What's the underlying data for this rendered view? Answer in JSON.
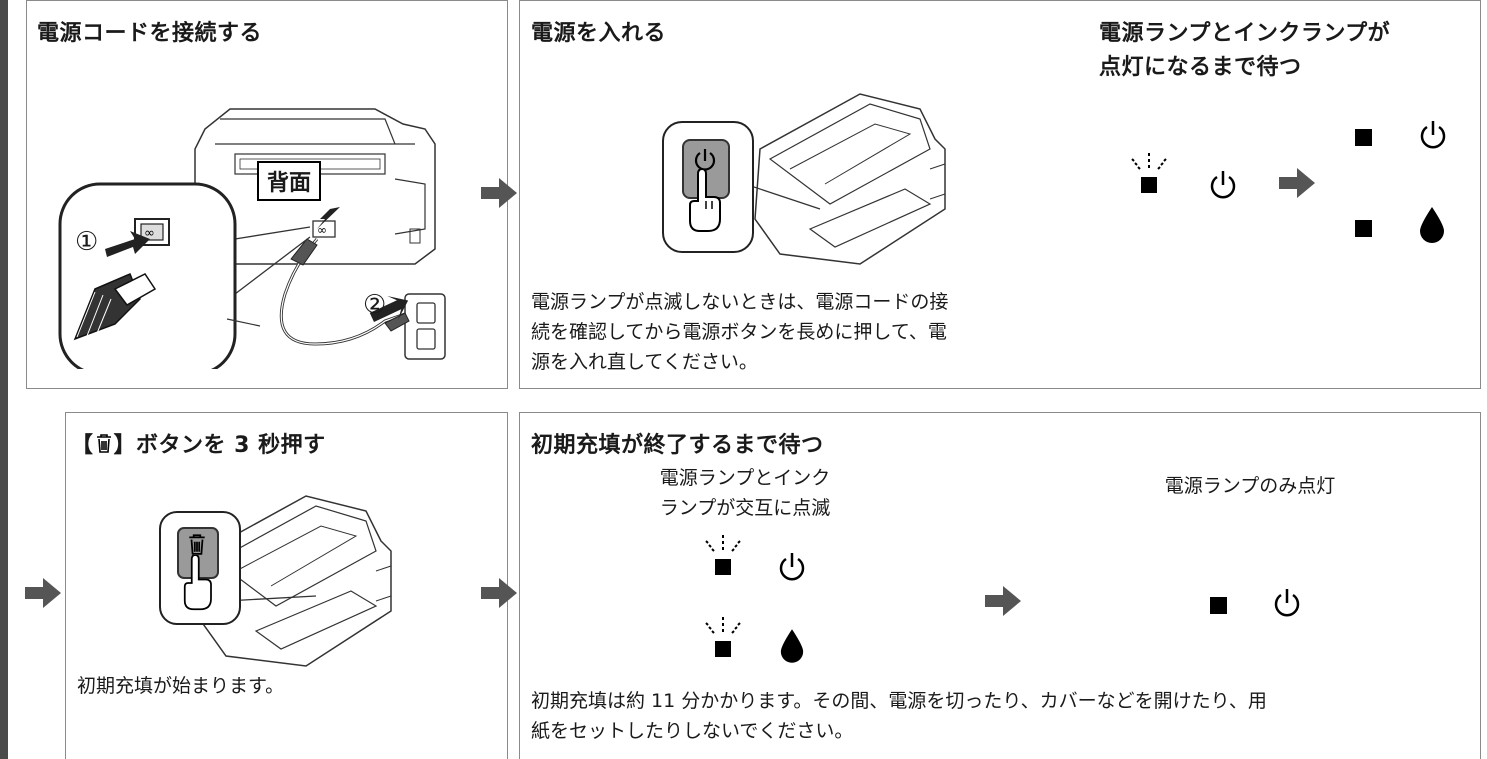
{
  "step1": {
    "title": "電源コードを接続する",
    "label_back": "背面"
  },
  "step2": {
    "title": "電源を入れる",
    "wait_title_1": "電源ランプとインクランプが",
    "wait_title_2": "点灯になるまで待つ",
    "note_1": "電源ランプが点滅しないときは、電源コードの接",
    "note_2": "続を確認してから電源ボタンを長めに押して、電",
    "note_3": "源を入れ直してください。"
  },
  "step3": {
    "title": "【⎍】ボタンを 3 秒押す",
    "title_pre": "【",
    "title_post": "】ボタンを 3 秒押す",
    "note": "初期充填が始まります。"
  },
  "step4": {
    "title": "初期充填が終了するまで待つ",
    "blink_label_1": "電源ランプとインク",
    "blink_label_2": "ランプが交互に点滅",
    "lit_label": "電源ランプのみ点灯",
    "note_1": "初期充填は約 11 分かかります。その間、電源を切ったり、カバーなどを開けたり、用",
    "note_2": "紙をセットしたりしないでください。"
  },
  "colors": {
    "border": "#8a8a8a",
    "arrow": "#555555",
    "ink": "#000000",
    "button": "#9a9a9a"
  },
  "icons": [
    "power-icon",
    "ink-drop-icon",
    "lamp-square-icon",
    "blink-rays-icon",
    "arrow-right-icon",
    "trash-icon",
    "hand-pointer-icon"
  ]
}
